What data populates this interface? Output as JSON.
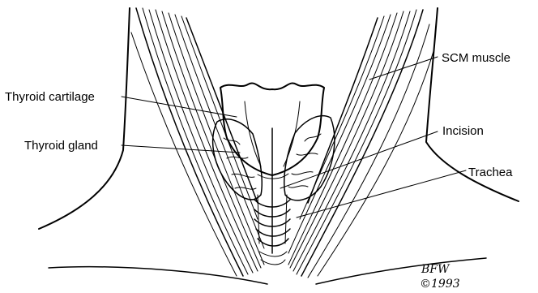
{
  "labels": {
    "thyroid_cartilage": "Thyroid cartilage",
    "thyroid_gland": "Thyroid gland",
    "scm_muscle": "SCM muscle",
    "incision": "Incision",
    "trachea": "Trachea"
  },
  "signature": {
    "initials": "BFW",
    "year": "©1993"
  }
}
